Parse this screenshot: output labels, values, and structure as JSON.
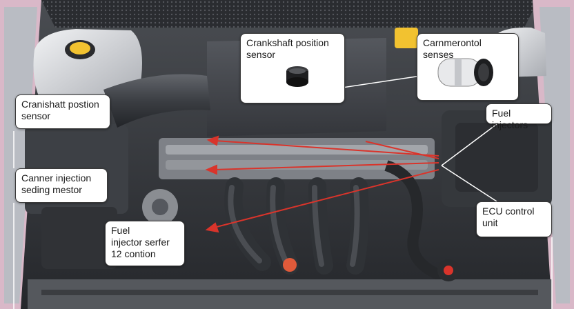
{
  "callouts": [
    {
      "id": "crankshaft-top",
      "lines": [
        "Crankshaft position",
        "sensor"
      ]
    },
    {
      "id": "camshaft",
      "lines": [
        "Carnmerontol senses"
      ]
    },
    {
      "id": "crankshaft-left",
      "lines": [
        "Cranishatt postion",
        "sensor"
      ]
    },
    {
      "id": "fuel-injectors",
      "lines": [
        "Fuel injectors"
      ]
    },
    {
      "id": "canner-injection",
      "lines": [
        "Canner injection",
        "seding mestor"
      ]
    },
    {
      "id": "fuel-injector-sensor",
      "lines": [
        "Fuel",
        "injector serfer",
        "12 contion"
      ]
    },
    {
      "id": "ecu",
      "lines": [
        "ECU control",
        "unit"
      ]
    }
  ],
  "colors": {
    "engine": "#3a3d42",
    "manifold": "#2f3236",
    "pointer_red": "#d9342b",
    "reservoir": "#d8dadf",
    "cap_yellow": "#f2c230",
    "frame_pink": "#d9b8c8"
  }
}
